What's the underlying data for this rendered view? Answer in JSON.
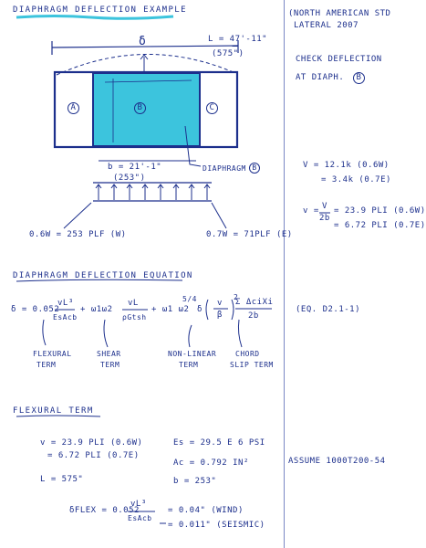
{
  "title": "DIAPHRAGM DEFLECTION EXAMPLE",
  "right_notes": {
    "reference_line1": "(NORTH AMERICAN STD",
    "reference_line2": "LATERAL 2007",
    "check_line1": "CHECK DEFLECTION",
    "check_line2": "AT DIAPH.",
    "check_marker": "B",
    "shear_v": "V = 12.1k (0.6W)",
    "shear_v2": "= 3.4k (0.7E)",
    "v_lower": "v =",
    "v_frac_num": "V",
    "v_frac_den": "2b",
    "v_result1": "= 23.9 PLI (0.6W)",
    "v_result2": "= 6.72 PLI (0.7E)",
    "eq_ref": "(EQ. D2.1-1)",
    "assume": "ASSUME 1000T200-54"
  },
  "diagram": {
    "length_label": "L = 47'-11\"",
    "length_inches": "(575\")",
    "delta_label": "δ",
    "zone_a": "A",
    "zone_b": "B",
    "zone_c": "C",
    "width_label": "b = 21'-1\"",
    "width_inches": "(253\")",
    "diaphragm_label": "DIAPHRAGM",
    "diaphragm_marker": "B",
    "load_left": "0.6W = 253 PLF (W)",
    "load_right": "0.7W = 71PLF (E)",
    "fill_color": "#3cc4dd",
    "ink_color": "#1c2f8c"
  },
  "equation_section": {
    "heading": "DIAPHRAGM DEFLECTION EQUATION",
    "delta_eq": "δ = 0.052",
    "t1_num": "vL³",
    "t1_den": "EsAcb",
    "t2": "+ ω1ω2",
    "t3_num": "vL",
    "t3_den": "ρGtsh",
    "t4": "+ ω1   ω2",
    "t4_exp": "5/4",
    "t4_mid": "δ",
    "t4_frac_num": "v",
    "t4_frac_den": "β",
    "t4_pow": "2",
    "t5_num": "Σ ΔciXi",
    "t5_den": "2b",
    "label_flexural1": "FLEXURAL",
    "label_flexural2": "TERM",
    "label_shear1": "SHEAR",
    "label_shear2": "TERM",
    "label_nonlinear1": "NON-LINEAR",
    "label_nonlinear2": "TERM",
    "label_chord1": "CHORD",
    "label_chord2": "SLIP TERM"
  },
  "flexural_section": {
    "heading": "FLEXURAL TERM",
    "v1": "v = 23.9 PLI (0.6W)",
    "v2": "= 6.72 PLI (0.7E)",
    "L": "L = 575\"",
    "Es": "Es = 29.5 E 6 PSI",
    "Ac": "Ac = 0.792 IN²",
    "b": "b = 253\"",
    "dflex": "δFLEX = 0.052",
    "dflex_num": "vL³",
    "dflex_den": "EsAcb",
    "res1": "= 0.04\" (WIND)",
    "res2": "= 0.011\" (SEISMIC)"
  }
}
